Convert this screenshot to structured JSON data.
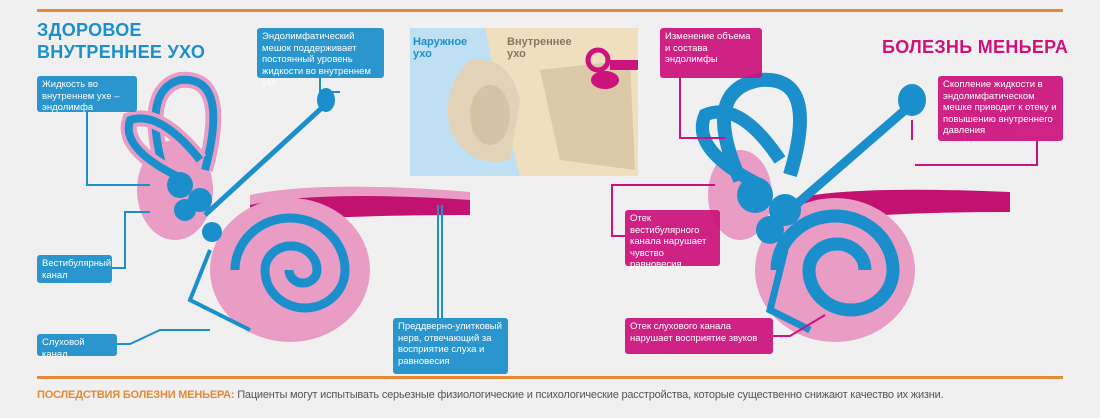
{
  "left": {
    "title_line1": "ЗДОРОВОЕ",
    "title_line2": "ВНУТРЕННЕЕ УХО",
    "labels": {
      "endolymph_sac": "Эндолимфатический мешок поддерживает постоянный уровень жидкости во внутреннем ухе",
      "fluid": "Жидкость во внутреннем ухе – эндолимфа",
      "vestibular": "Вестибулярный канал",
      "auditory": "Слуховой канал",
      "nerve": "Преддверно-улитковый нерв, отвечающий за восприятие слуха и равновесия"
    }
  },
  "center": {
    "outer_ear": "Наружное ухо",
    "inner_ear": "Внутреннее ухо"
  },
  "right": {
    "title": "БОЛЕЗНЬ МЕНЬЕРА",
    "labels": {
      "volume_change": "Изменение объема и состава эндолимфы",
      "accumulation": "Скопление жидкости в эндолимфатическом мешке приводит к отеку и повышению внутреннего давления",
      "vestibular_edema": "Отек вестибулярного канала нарушает чувство равновесия",
      "auditory_edema": "Отек слухового канала нарушает восприятие звуков"
    }
  },
  "footer": {
    "heading": "ПОСЛЕДСТВИЯ БОЛЕЗНИ МЕНЬЕРА:",
    "text": " Пациенты могут испытывать серьезные физиологические и психологические расстройства, которые существенно снижают качество их жизни."
  },
  "colors": {
    "blue": "#1b8fcc",
    "magenta": "#cc127c",
    "orange": "#e38a37",
    "pink": "#e99cc4"
  }
}
